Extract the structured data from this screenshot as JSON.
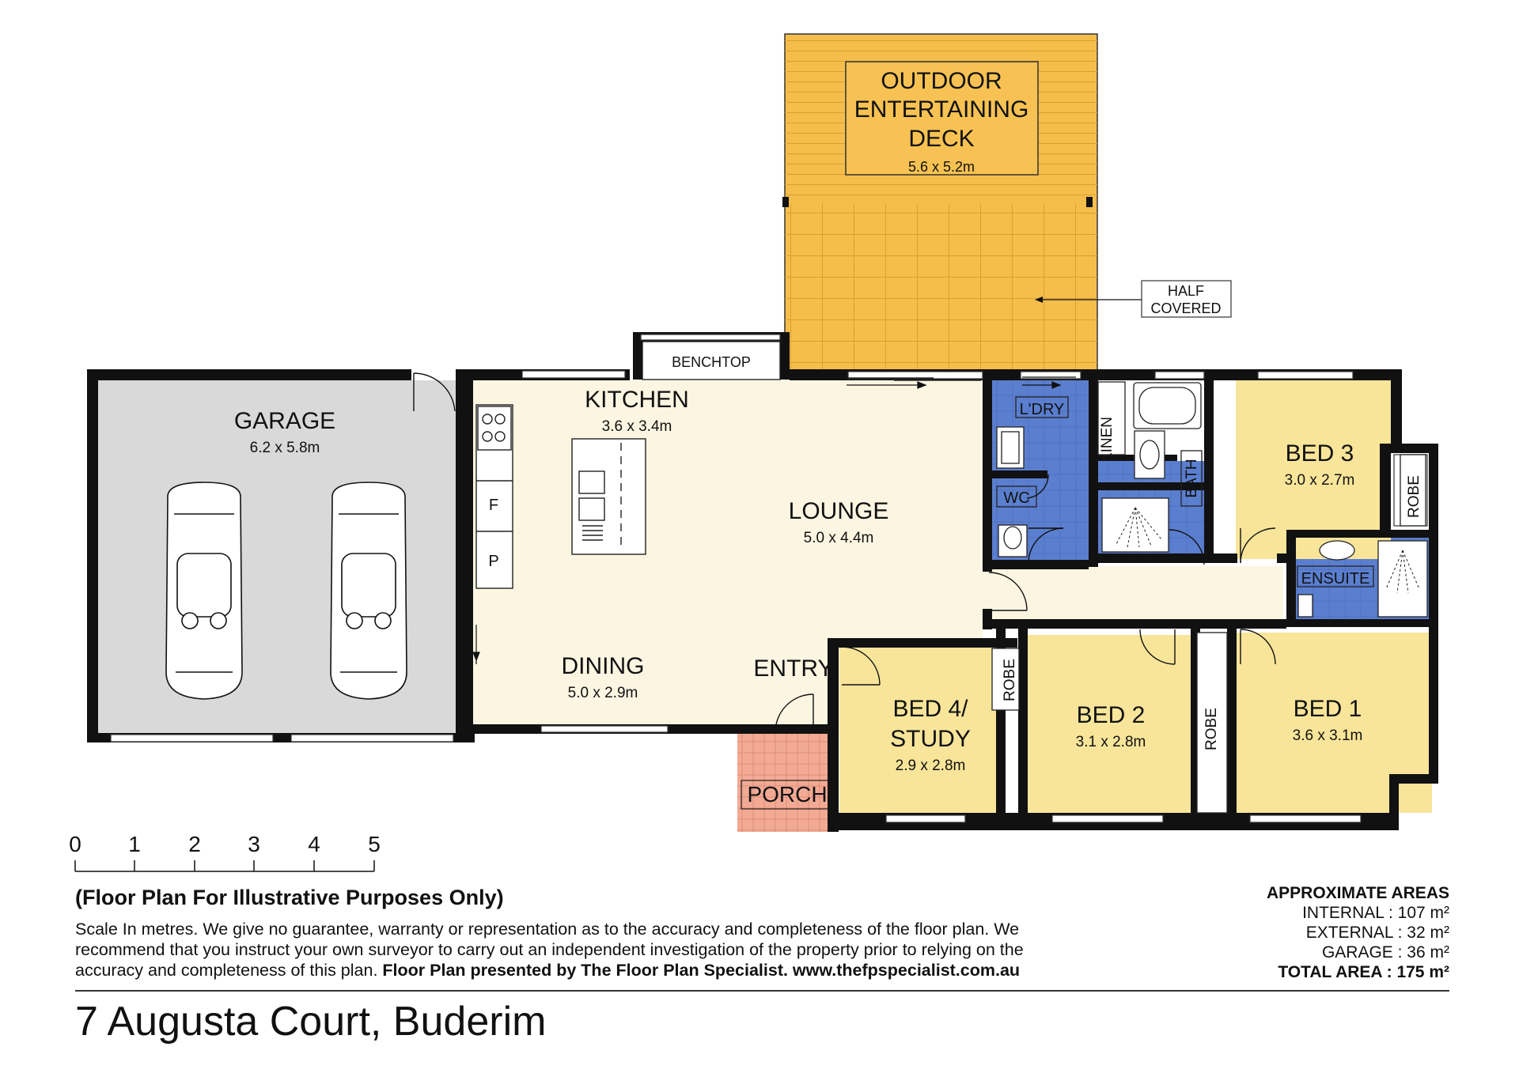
{
  "colors": {
    "deck": "#f5bd4c",
    "deck_label_box": "#f7c253",
    "bedroom": "#f8e59a",
    "living": "#fcf5e1",
    "garage": "#d9d9d9",
    "wet": "#5b7fcf",
    "porch": "#f3aa95",
    "wall": "#111111"
  },
  "rooms": {
    "deck": {
      "name_lines": [
        "OUTDOOR",
        "ENTERTAINING",
        "DECK"
      ],
      "size": "5.6 x 5.2m"
    },
    "half_covered": {
      "lines": [
        "HALF",
        "COVERED"
      ]
    },
    "benchtop": "BENCHTOP",
    "garage": {
      "name": "GARAGE",
      "size": "6.2 x 5.8m"
    },
    "kitchen": {
      "name": "KITCHEN",
      "size": "3.6 x 3.4m"
    },
    "lounge": {
      "name": "LOUNGE",
      "size": "5.0 x 4.4m"
    },
    "dining": {
      "name": "DINING",
      "size": "5.0 x 2.9m"
    },
    "entry": "ENTRY",
    "porch": "PORCH",
    "laundry": "L'DRY",
    "wc": "WC",
    "linen": "LINEN",
    "bath": "BATH",
    "bed3": {
      "name": "BED 3",
      "size": "3.0 x 2.7m"
    },
    "robe": "ROBE",
    "ensuite": "ENSUITE",
    "bed4": {
      "name_lines": [
        "BED 4/",
        "STUDY"
      ],
      "size": "2.9 x 2.8m"
    },
    "bed2": {
      "name": "BED 2",
      "size": "3.1 x 2.8m"
    },
    "bed1": {
      "name": "BED 1",
      "size": "3.6 x 3.1m"
    },
    "fridge": "F",
    "pantry": "P"
  },
  "scale_bar": {
    "ticks": [
      "0",
      "1",
      "2",
      "3",
      "4",
      "5"
    ]
  },
  "disclaimer": {
    "title": "(Floor Plan For Illustrative Purposes Only)",
    "body": "Scale In metres. We give no guarantee, warranty or representation as to the accuracy and completeness of the floor plan. We recommend that you instruct your own surveyor to carry out an independent investigation of the property prior to relying on the accuracy and completeness of this plan.",
    "credit": "Floor Plan presented by The Floor Plan Specialist. www.thefpspecialist.com.au"
  },
  "areas": {
    "heading": "APPROXIMATE AREAS",
    "internal": "INTERNAL : 107 m²",
    "external": "EXTERNAL :  32 m²",
    "garage": "GARAGE :  36 m²",
    "total": "TOTAL AREA : 175 m²"
  },
  "address": "7 Augusta Court, Buderim"
}
